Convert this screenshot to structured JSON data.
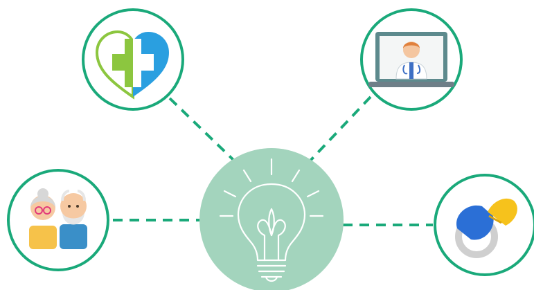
{
  "colors": {
    "ring": "#1aa97a",
    "connector": "#1aa97a",
    "hub_fill": "#a3d4bd",
    "hub_line": "#ffffff",
    "heart_green": "#8cc63f",
    "heart_blue": "#2a9fe0",
    "laptop_frame": "#5d8a8d",
    "baby_blue": "#2b6fd6",
    "baby_yellow": "#f6c21c"
  },
  "nodes": [
    {
      "id": "healthcare",
      "icon": "heart-cross-icon"
    },
    {
      "id": "telemedicine",
      "icon": "laptop-doctor-icon"
    },
    {
      "id": "elderly",
      "icon": "elderly-couple-icon"
    },
    {
      "id": "infant",
      "icon": "pacifier-icon"
    }
  ],
  "hub": {
    "icon": "lightbulb-idea-icon"
  }
}
